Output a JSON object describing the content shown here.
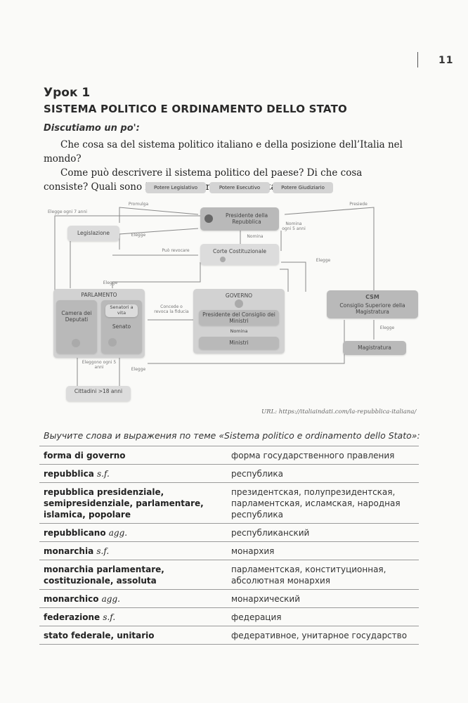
{
  "page": {
    "number": "11"
  },
  "lesson": {
    "title": "Урок 1",
    "heading": "SISTEMA POLITICO E ORDINAMENTO DELLO STATO",
    "discuss_label": "Discutiamo un po':",
    "questions_line1": "Che cosa sa del sistema politico italiano e della posizione dell’Italia nel mondo?",
    "questions_line2": "Come può descrivere il sistema politico del paese? Di che cosa consiste? Quali sono i principali organi dello Stato?"
  },
  "diagram": {
    "powers": [
      "Potere Legislativo",
      "Potere Esecutivo",
      "Potere Giudiziario"
    ],
    "nodes": {
      "presidente": "Presidente della Repubblica",
      "legislazione": "Legislazione",
      "corte": "Corte Costituzionale",
      "parlamento": "PARLAMENTO",
      "camera": "Camera dei Deputati",
      "senatori": "Senatori a vita",
      "senato": "Senato",
      "governo": "GOVERNO",
      "presidente_consiglio": "Presidente del Consiglio dei Ministri",
      "ministri": "Ministri",
      "csm": "Consiglio Superiore della Magistratura",
      "magistratura": "Magistratura",
      "cittadini": "Cittadini >18 anni"
    },
    "labels": {
      "promulga": "Promulga",
      "presiede": "Presiede",
      "elegge_7": "Elegge ogni 7 anni",
      "elegge": "Elegge",
      "nomina_5": "Nomina ogni 5 anni",
      "nomina": "Nomina",
      "puo_revocare": "Può revocare",
      "concede": "Concede o revoca la fiducia",
      "eleggono": "Eleggono ogni 5 anni"
    }
  },
  "source": "URL: https://italiaindati.com/la-repubblica-italiana/",
  "vocab_task": "Выучите слова и выражения по теме «Sistema politico e ordinamento dello Stato»:",
  "vocab": [
    {
      "it": "forma di governo",
      "gram": "",
      "ru": "форма государственного правления"
    },
    {
      "it": "repubblica",
      "gram": "s.f.",
      "ru": "республика"
    },
    {
      "it": "repubblica presidenziale, semipresidenziale, parlamentare, islamica, popolare",
      "gram": "",
      "ru": "президентская, полупрезидентская, парламентская, исламская, народная республика"
    },
    {
      "it": "repubblicano",
      "gram": "agg.",
      "ru": "республиканский"
    },
    {
      "it": "monarchia",
      "gram": "s.f.",
      "ru": "монархия"
    },
    {
      "it": "monarchia parlamentare, costituzionale, assoluta",
      "gram": "",
      "ru": "парламентская, конституционная, абсолютная монархия"
    },
    {
      "it": "monarchico",
      "gram": "agg.",
      "ru": "монархический"
    },
    {
      "it": "federazione",
      "gram": "s.f.",
      "ru": "федерация"
    },
    {
      "it": "stato federale, unitario",
      "gram": "",
      "ru": "федеративное, унитарное государство"
    }
  ]
}
